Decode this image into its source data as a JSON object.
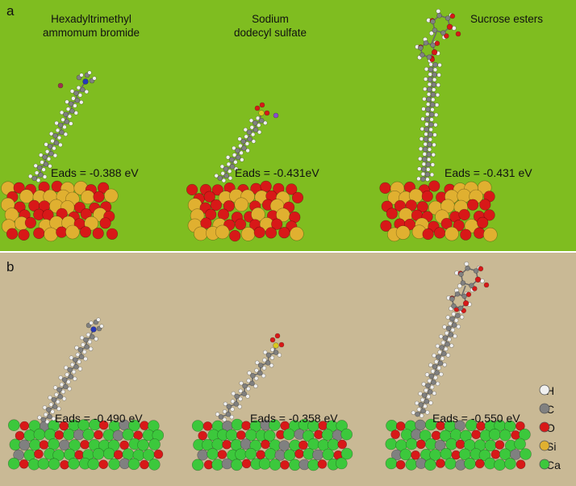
{
  "colors": {
    "panel_a_bg": "#7fbd20",
    "panel_b_bg": "#c9b995",
    "H": "#f0f0f0",
    "C": "#808080",
    "O": "#d81818",
    "Si": "#e0b030",
    "Ca": "#3cc83c",
    "N": "#2838b8",
    "S": "#d8c820",
    "Na": "#8a4ad0",
    "Br": "#a03050"
  },
  "panel_a": {
    "label": "a",
    "molecules": [
      {
        "title_line1": "Hexadyltrimethyl",
        "title_line2": "ammomum bromide",
        "eads": "Eads = -0.388 eV"
      },
      {
        "title_line1": "Sodium",
        "title_line2": "dodecyl sulfate",
        "eads": "Eads = -0.431eV"
      },
      {
        "title_line1": "Sucrose esters",
        "title_line2": "",
        "eads": "Eads = -0.431 eV"
      }
    ]
  },
  "panel_b": {
    "label": "b",
    "molecules": [
      {
        "eads": "Eads = -0.490 eV"
      },
      {
        "eads": "Eads = -0.358 eV"
      },
      {
        "eads": "Eads = -0.550 eV"
      }
    ]
  },
  "legend": [
    {
      "symbol": "H",
      "color": "#f0f0f0"
    },
    {
      "symbol": "C",
      "color": "#808080"
    },
    {
      "symbol": "O",
      "color": "#d81818"
    },
    {
      "symbol": "Si",
      "color": "#e0b030"
    },
    {
      "symbol": "Ca",
      "color": "#3cc83c"
    }
  ]
}
